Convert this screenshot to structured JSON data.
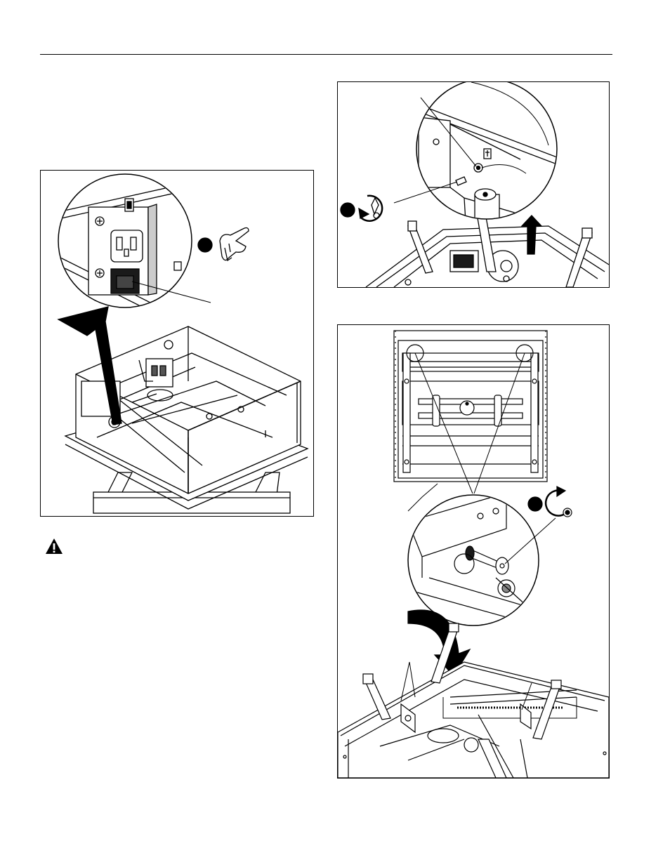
{
  "page": {
    "figures": [
      {
        "id": "left",
        "subject": "power-cord-unplug"
      },
      {
        "id": "top-right",
        "subject": "remove-ground-screw"
      },
      {
        "id": "bottom-right",
        "subject": "remove-pivot-bolts"
      }
    ],
    "warning_icon": "warning-triangle-icon",
    "colors": {
      "line": "#000000",
      "paper": "#ffffff",
      "dark_fill": "#1a1a1a"
    }
  }
}
